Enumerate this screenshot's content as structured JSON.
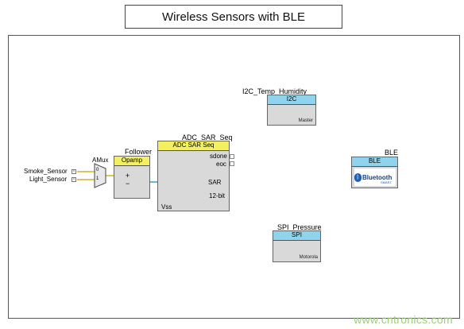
{
  "title": "Wireless Sensors with BLE",
  "inputs": [
    "Smoke_Sensor",
    "Light_Sensor"
  ],
  "amux": {
    "label": "AMux",
    "pins": [
      "0",
      "1"
    ]
  },
  "follower": {
    "label": "Follower",
    "header": "Opamp",
    "plus": "+",
    "minus": "−"
  },
  "adc": {
    "label": "ADC_SAR_Seq",
    "header": "ADC SAR Seq",
    "sdone": "sdone",
    "eoc": "eoc",
    "sar": "SAR",
    "bits": "12-bit",
    "vss": "Vss"
  },
  "i2c": {
    "label": "I2C_Temp_Humidity",
    "header": "I2C",
    "mode": "Master"
  },
  "ble": {
    "label": "BLE",
    "header": "BLE",
    "logo": "Bluetooth",
    "logo_sub": "SMART"
  },
  "spi": {
    "label": "SPI_Pressure",
    "header": "SPI",
    "mode": "Motorola"
  },
  "watermark": "www.cntronics.com"
}
